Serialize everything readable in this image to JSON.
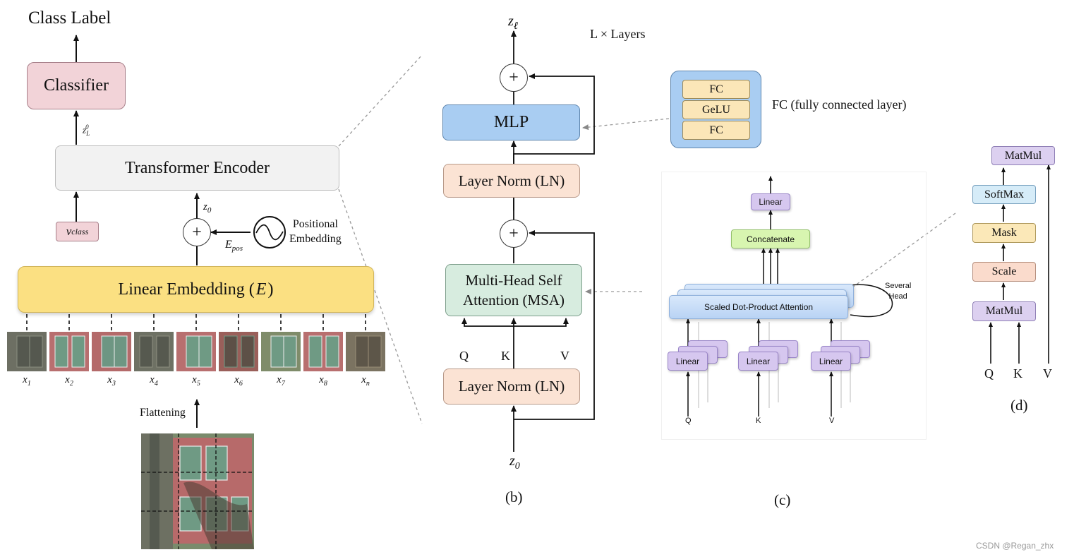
{
  "left": {
    "class_label": "Class Label",
    "classifier": "Classifier",
    "zL0_main": "z",
    "zL0_sub": "L",
    "zL0_sup": "0",
    "encoder": "Transformer Encoder",
    "v_class_main": "v",
    "v_class_sub": "class",
    "z0_main": "z",
    "z0_sub": "0",
    "e_pos_main": "E",
    "e_pos_sub": "pos",
    "positional_embedding": "Positional\nEmbedding",
    "linear_embedding_prefix": "Linear Embedding (",
    "linear_embedding_var": "E",
    "linear_embedding_suffix": ")",
    "flattening": "Flattening",
    "patch_labels": [
      {
        "main": "x",
        "sub": "1"
      },
      {
        "main": "x",
        "sub": "2"
      },
      {
        "main": "x",
        "sub": "3"
      },
      {
        "main": "x",
        "sub": "4"
      },
      {
        "main": "x",
        "sub": "5"
      },
      {
        "main": "x",
        "sub": "6"
      },
      {
        "main": "x",
        "sub": "7"
      },
      {
        "main": "x",
        "sub": "8"
      },
      {
        "main": "x",
        "sub": "n"
      }
    ]
  },
  "panel_b": {
    "z_l_main": "z",
    "z_l_sub": "ℓ",
    "layers": "L × Layers",
    "mlp": "MLP",
    "layer_norm_top": "Layer Norm (LN)",
    "msa": "Multi-Head Self\nAttention (MSA)",
    "q": "Q",
    "k": "K",
    "v": "V",
    "layer_norm_bottom": "Layer Norm (LN)",
    "z0_main": "z",
    "z0_sub": "0",
    "caption": "(b)"
  },
  "fc_block": {
    "items": [
      "FC",
      "GeLU",
      "FC"
    ],
    "label": "FC (fully connected layer)"
  },
  "panel_c": {
    "linear_top": "Linear",
    "concatenate": "Concatenate",
    "sdpa": "Scaled Dot-Product Attention",
    "several_head": "Several\nHead",
    "linear_q": "Linear",
    "linear_k": "Linear",
    "linear_v": "Linear",
    "q": "Q",
    "k": "K",
    "v": "V",
    "caption": "(c)"
  },
  "panel_d": {
    "matmul_top": "MatMul",
    "softmax": "SoftMax",
    "mask": "Mask",
    "scale": "Scale",
    "matmul_bottom": "MatMul",
    "q": "Q",
    "k": "K",
    "v": "V",
    "caption": "(d)"
  },
  "watermark": "CSDN @Regan_zhx",
  "colors": {
    "classifier": "#f2d3d8",
    "encoder": "#f2f2f2",
    "linear_embedding": "#fbe082",
    "mlp": "#a9cdf2",
    "layer_norm": "#fbe3d4",
    "msa": "#d7ecdf",
    "fc": "#fbe6b8",
    "panel_d": "#dcefe4"
  }
}
